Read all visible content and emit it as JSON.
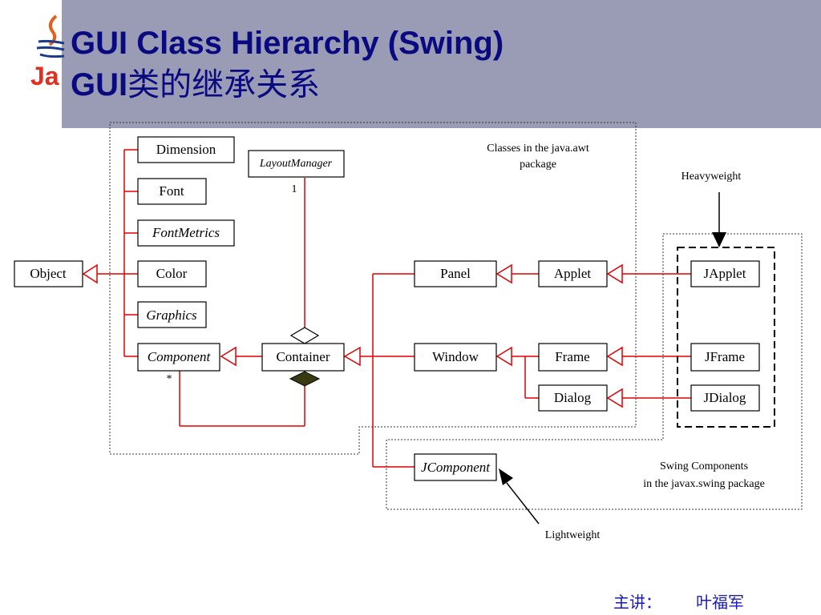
{
  "title": {
    "line1": "GUI Class Hierarchy (Swing)",
    "line2_prefix": "GUI",
    "line2_suffix": "类的继承关系"
  },
  "logo": {
    "text": "Ja",
    "icon": "java-logo-icon"
  },
  "classes": {
    "dimension": "Dimension",
    "font": "Font",
    "fontmetrics": "FontMetrics",
    "color": "Color",
    "graphics": "Graphics",
    "component": "Component",
    "object": "Object",
    "container": "Container",
    "layoutmanager": "LayoutManager",
    "panel": "Panel",
    "window": "Window",
    "applet": "Applet",
    "frame": "Frame",
    "dialog": "Dialog",
    "japplet": "JApplet",
    "jframe": "JFrame",
    "jdialog": "JDialog",
    "jcomponent": "JComponent"
  },
  "labels": {
    "awt_package_line1": "Classes in the java.awt",
    "awt_package_line2": "package",
    "heavyweight": "Heavyweight",
    "swing_line1": "Swing Components",
    "swing_line2": "in the javax.swing package",
    "lightweight": "Lightweight",
    "multiplicity_one": "1",
    "multiplicity_many": "*"
  },
  "footer": {
    "lecturer_label": "主讲：",
    "lecturer_name": "叶福军"
  },
  "colors": {
    "title_band": "#9a9bb5",
    "title_text": "#0a0a80",
    "connector": "#e00000",
    "footer_text": "#1c1cb0"
  }
}
